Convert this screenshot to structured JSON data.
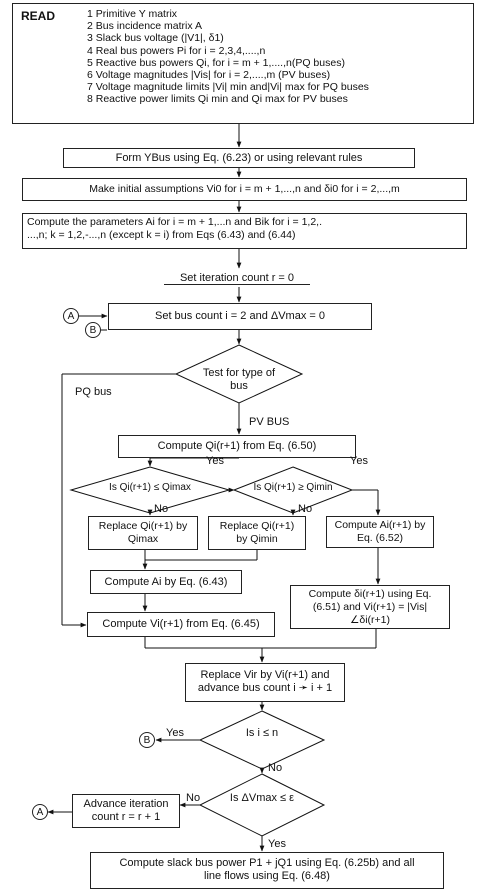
{
  "read": {
    "label": "READ",
    "items": [
      "1 Primitive Y matrix",
      "2 Bus incidence matrix A",
      "3 Slack bus voltage (|V1|, δ1)",
      "4 Real bus powers Pi for i = 2,3,4,....,n",
      "5 Reactive bus powers Qi, for i = m + 1,....,n(PQ buses)",
      "6 Voltage magnitudes |Vis| for i = 2,....,m (PV buses)",
      "7 Voltage magnitude limits |Vi| min and|Vi| max for PQ buses",
      "8 Reactive power limits Qi min and Qi max for PV buses"
    ]
  },
  "steps": {
    "form_ybus": "Form YBus using Eq. (6.23) or using relevant rules",
    "initial_assumptions": "Make initial assumptions Vi0 for i = m + 1,...,n and δi0 for i = 2,...,m",
    "compute_params_line1": "Compute the parameters Ai for i = m + 1,...n and Bik for i = 1,2,.",
    "compute_params_line2": "...,n; k = 1,2,-...,n (except k = i) from Eqs (6.43) and (6.44)",
    "set_iteration": "Set iteration count r = 0",
    "set_bus_count": "Set bus count i = 2 and ΔVmax = 0",
    "test_bus": "Test for type of bus",
    "compute_qi": "Compute Qi(r+1) from Eq. (6.50)",
    "is_qmax": "Is Qi(r+1) ≤ Qimax",
    "is_qmin": "Is Qi(r+1) ≥ Qimin",
    "replace_qmax": "Replace Qi(r+1) by Qimax",
    "replace_qmin": "Replace Qi(r+1) by Qimin",
    "compute_ai_r": "Compute Ai(r+1) by Eq. (6.52)",
    "compute_ai": "Compute Ai by Eq. (6.43)",
    "compute_delta": "Compute δi(r+1) using Eq. (6.51) and Vi(r+1) = |Vis|∠δi(r+1)",
    "compute_vi": "Compute Vi(r+1) from Eq. (6.45)",
    "replace_vi_line1": "Replace Vir by Vi(r+1) and",
    "replace_vi_line2": "advance bus count i ➛ i + 1",
    "is_i_le_n": "Is i ≤ n",
    "is_dv": "Is ΔVmax ≤ ε",
    "advance_iter_line1": "Advance iteration",
    "advance_iter_line2": "count r = r + 1",
    "compute_slack_line1": "Compute slack bus power P1 + jQ1 using Eq. (6.25b) and all",
    "compute_slack_line2": "line flows using Eq. (6.48)"
  },
  "labels": {
    "pq_bus": "PQ bus",
    "pv_bus": "PV BUS",
    "yes": "Yes",
    "no": "No",
    "connector_a": "A",
    "connector_b": "B"
  }
}
